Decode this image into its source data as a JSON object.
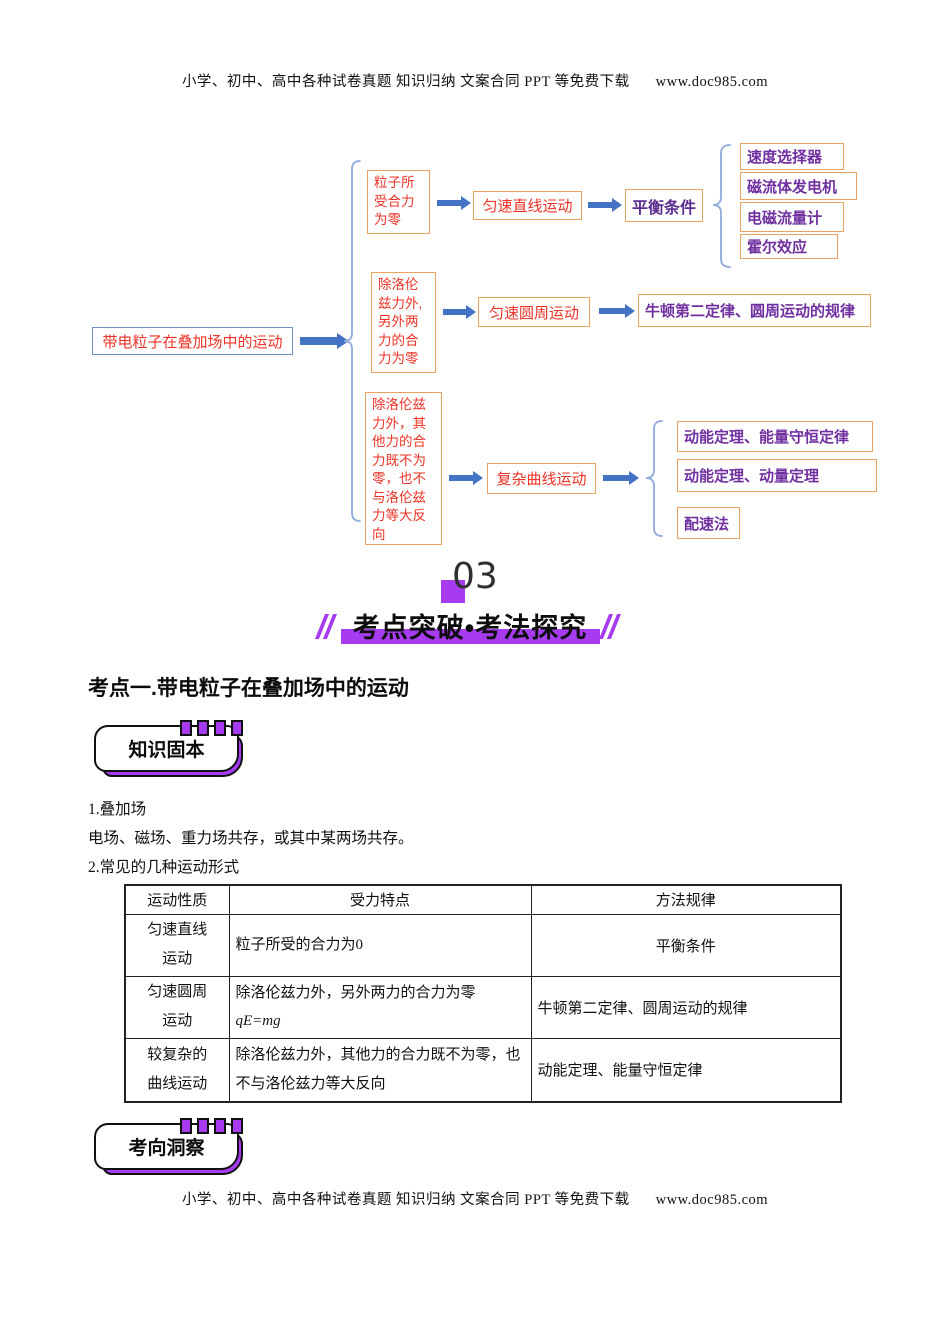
{
  "page": {
    "header": {
      "text": "小学、初中、高中各种试卷真题  知识归纳  文案合同  PPT 等免费下载",
      "url": "www.doc985.com"
    },
    "footer": {
      "text": "小学、初中、高中各种试卷真题  知识归纳  文案合同  PPT 等免费下载",
      "url": "www.doc985.com"
    }
  },
  "flowchart": {
    "root": "带电粒子在叠加场中的运动",
    "branch1": {
      "condition": "粒子所\n受合力\n为零",
      "motion": "匀速直线运动",
      "method": "平衡条件",
      "applications": [
        "速度选择器",
        "磁流体发电机",
        "电磁流量计",
        "霍尔效应"
      ]
    },
    "branch2": {
      "condition": "除洛伦\n兹力外,\n另外两\n力的合\n力为零",
      "motion": "匀速圆周运动",
      "method": "牛顿第二定律、圆周运动的规律"
    },
    "branch3": {
      "condition": "除洛伦兹\n力外，其\n他力的合\n力既不为\n零，也不\n与洛伦兹\n力等大反\n向",
      "motion": "复杂曲线运动",
      "methods": [
        "动能定理、能量守恒定律",
        "动能定理、动量定理",
        "配速法"
      ]
    }
  },
  "section": {
    "number": "03",
    "title": "考点突破•考法探究"
  },
  "topic": {
    "heading": "考点一.带电粒子在叠加场中的运动"
  },
  "badges": {
    "knowledge": "知识固本",
    "insight": "考向洞察"
  },
  "notes": {
    "line1": "1.叠加场",
    "line2": "电场、磁场、重力场共存，或其中某两场共存。",
    "line3": "2.常见的几种运动形式"
  },
  "table": {
    "headers": [
      "运动性质",
      "受力特点",
      "方法规律"
    ],
    "rows": [
      {
        "nature": "匀速直线\n运动",
        "force1": "粒子所受的合力为0",
        "method": "平衡条件"
      },
      {
        "nature": "匀速圆周\n运动",
        "force1": "除洛伦兹力外，另外两力的合力为零",
        "force2": "qE=mg",
        "method": "牛顿第二定律、圆周运动的规律"
      },
      {
        "nature": "较复杂的\n曲线运动",
        "force1": "除洛伦兹力外，其他力的合力既不为零，也不与洛伦兹力等大反向",
        "method": "动能定理、能量守恒定律"
      }
    ]
  },
  "colors": {
    "accent_purple": "#a63bef",
    "box_border_orange": "#eda35f",
    "red_text": "#ee3226",
    "purple_text": "#7030a0",
    "arrow_blue": "#4472c4",
    "brace_blue": "#8faadc",
    "root_border_blue": "#6f92c2"
  }
}
